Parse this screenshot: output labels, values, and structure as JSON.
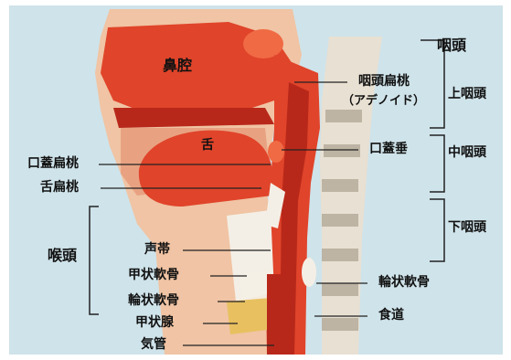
{
  "labels": {
    "nasal_cavity": "鼻腔",
    "tongue": "舌",
    "pharynx": "咽頭",
    "adenoid_line1": "咽頭扁桃",
    "adenoid_line2": "（アデノイド）",
    "epipharynx": "上咽頭",
    "uvula": "口蓋垂",
    "palatine_tonsil": "口蓋扁桃",
    "mesopharynx": "中咽頭",
    "lingual_tonsil": "舌扁桃",
    "hypopharynx": "下咽頭",
    "larynx": "喉頭",
    "vocal_cords": "声帯",
    "thyroid_cartilage": "甲状軟骨",
    "cricoid_cartilage_right": "輪状軟骨",
    "cricoid_cartilage_left": "輪状軟骨",
    "esophagus": "食道",
    "thyroid_gland": "甲状腺",
    "trachea": "気管"
  },
  "colors": {
    "background": "#cfe3ea",
    "frame": "#ffffff",
    "skin": "#f0c4a4",
    "tissue": "#e0442a",
    "tissue_dark": "#b8281a",
    "tissue_light": "#f06a44",
    "cavity": "#e8a282",
    "spine": "#e8e0d2",
    "disc": "#bdb4a4",
    "cartilage": "#f4efe6",
    "gland": "#e8c060",
    "line": "#222222"
  }
}
